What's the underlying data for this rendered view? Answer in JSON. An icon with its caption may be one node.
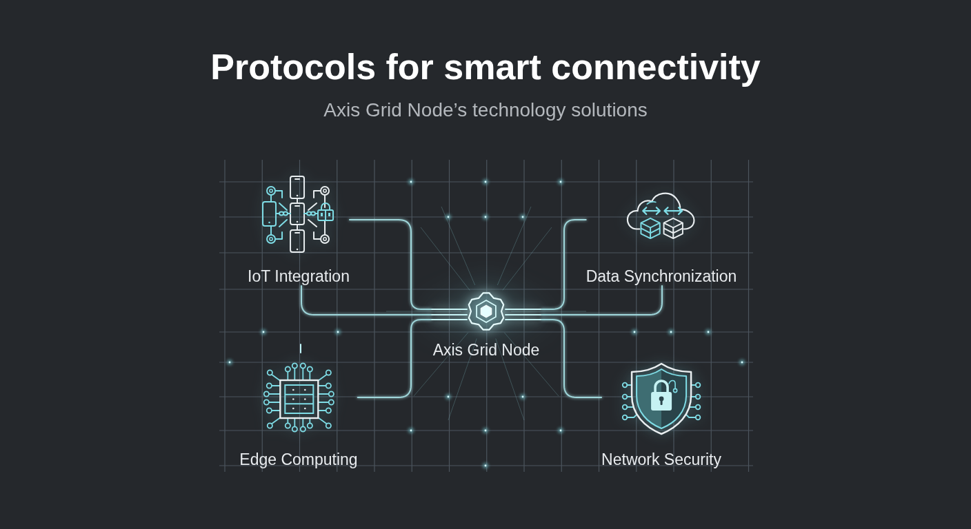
{
  "diagram": {
    "title": "Protocols for smart connectivity",
    "nodes": [
      {
        "text": [
          "IoT Integration"
        ]
      },
      {
        "text": [
          "Data Synchronization"
        ]
      },
      {
        "text": [
          "Axis Grid Node"
        ]
      },
      {
        "text": [
          "Edge Computing"
        ]
      },
      {
        "text": [
          "Network Security"
        ]
      }
    ],
    "edges": [
      {
        "from": 0,
        "to": 2,
        "arrow": "none"
      },
      {
        "from": 0,
        "to": 2,
        "arrow": "none"
      },
      {
        "from": 1,
        "to": 2,
        "arrow": "none"
      },
      {
        "from": 1,
        "to": 2,
        "arrow": "none"
      },
      {
        "from": 3,
        "to": 2,
        "arrow": "none"
      },
      {
        "from": 4,
        "to": 2,
        "arrow": "none"
      }
    ],
    "labels": [
      "Axis Grid Node’s technology solutions"
    ]
  }
}
